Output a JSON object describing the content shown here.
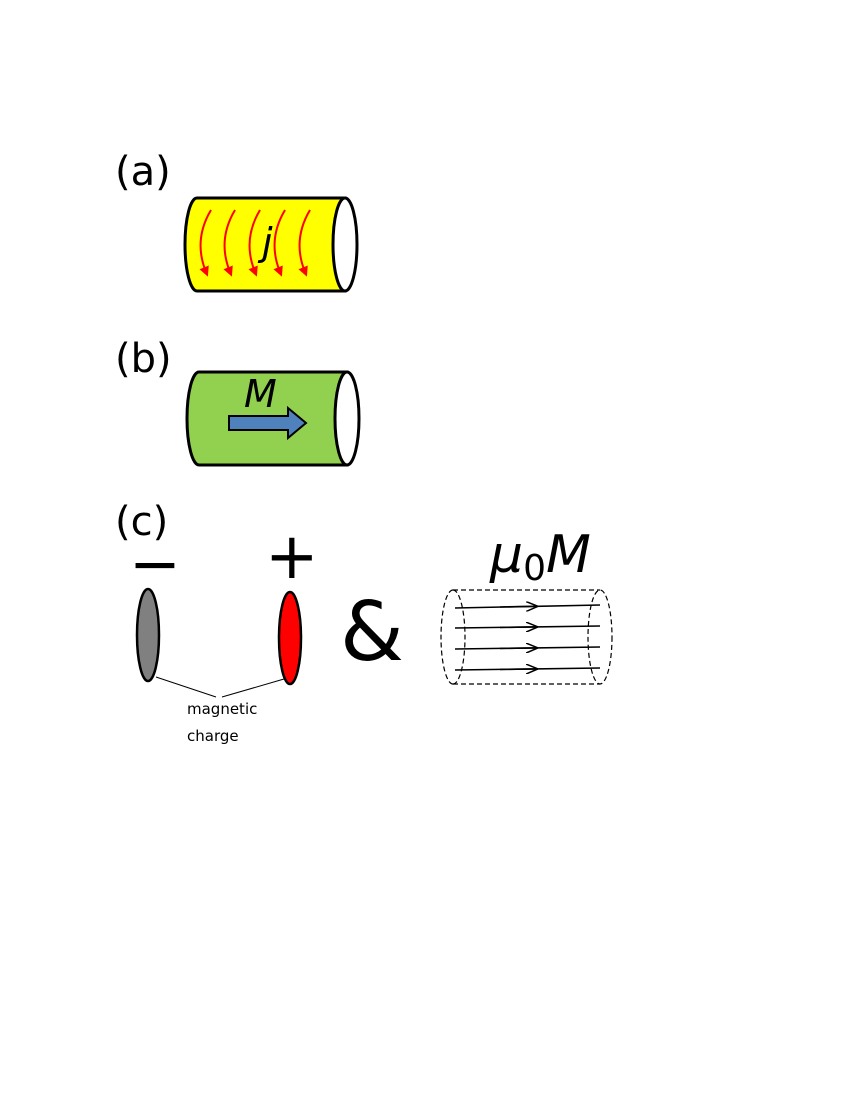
{
  "panels": {
    "a": {
      "label": "(a)",
      "current_symbol": "j",
      "body_color": "#ffff00",
      "arrow_color": "#ff0000"
    },
    "b": {
      "label": "(b)",
      "magnetization_symbol": "M",
      "body_color": "#92d050",
      "arrow_color": "#4f81bd"
    },
    "c": {
      "label": "(c)",
      "minus_sign": "−",
      "plus_sign": "+",
      "negative_charge_color": "#808080",
      "positive_charge_color": "#ff0000",
      "charge_label_line1": "magnetic",
      "charge_label_line2": "charge",
      "ampersand": "&",
      "field_label_mu": "μ",
      "field_label_sub": "0",
      "field_label_M": "M"
    }
  }
}
